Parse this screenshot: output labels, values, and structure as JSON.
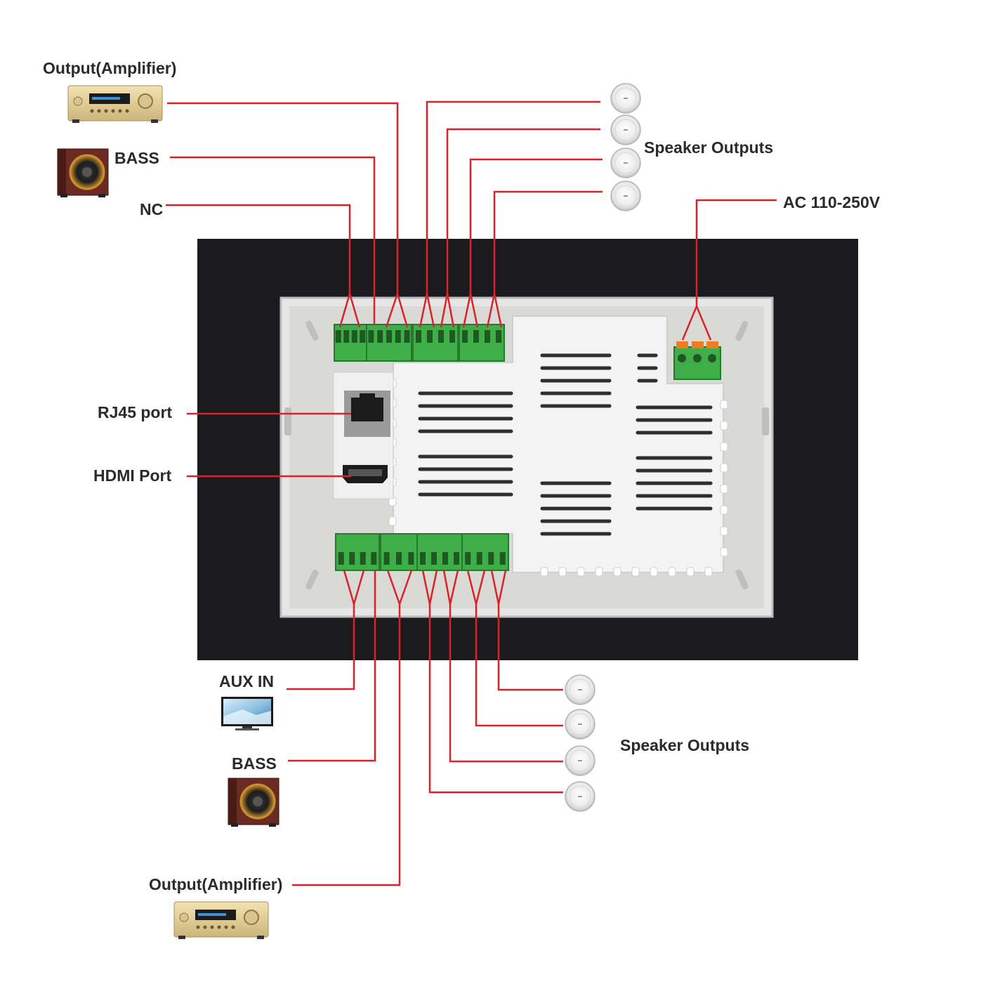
{
  "labels": {
    "output_amp_top": "Output(Amplifier)",
    "bass_top": "BASS",
    "nc": "NC",
    "speaker_outputs_top": "Speaker Outputs",
    "ac_power": "AC 110-250V",
    "rj45": "RJ45 port",
    "hdmi": "HDMI Port",
    "aux_in": "AUX IN",
    "bass_bottom": "BASS",
    "speaker_outputs_bottom": "Speaker Outputs",
    "output_amp_bottom": "Output(Amplifier)"
  },
  "colors": {
    "wire": "#d8232a",
    "panel": "#1b1b1f",
    "terminal": "#3fae49",
    "ac_terminal": "#f07d22",
    "housing": "#f2f2f2"
  },
  "icons": {
    "amplifier": "amplifier-icon",
    "subwoofer": "subwoofer-icon",
    "ceiling_speaker": "ceiling-speaker-icon",
    "tv": "tv-monitor-icon"
  }
}
